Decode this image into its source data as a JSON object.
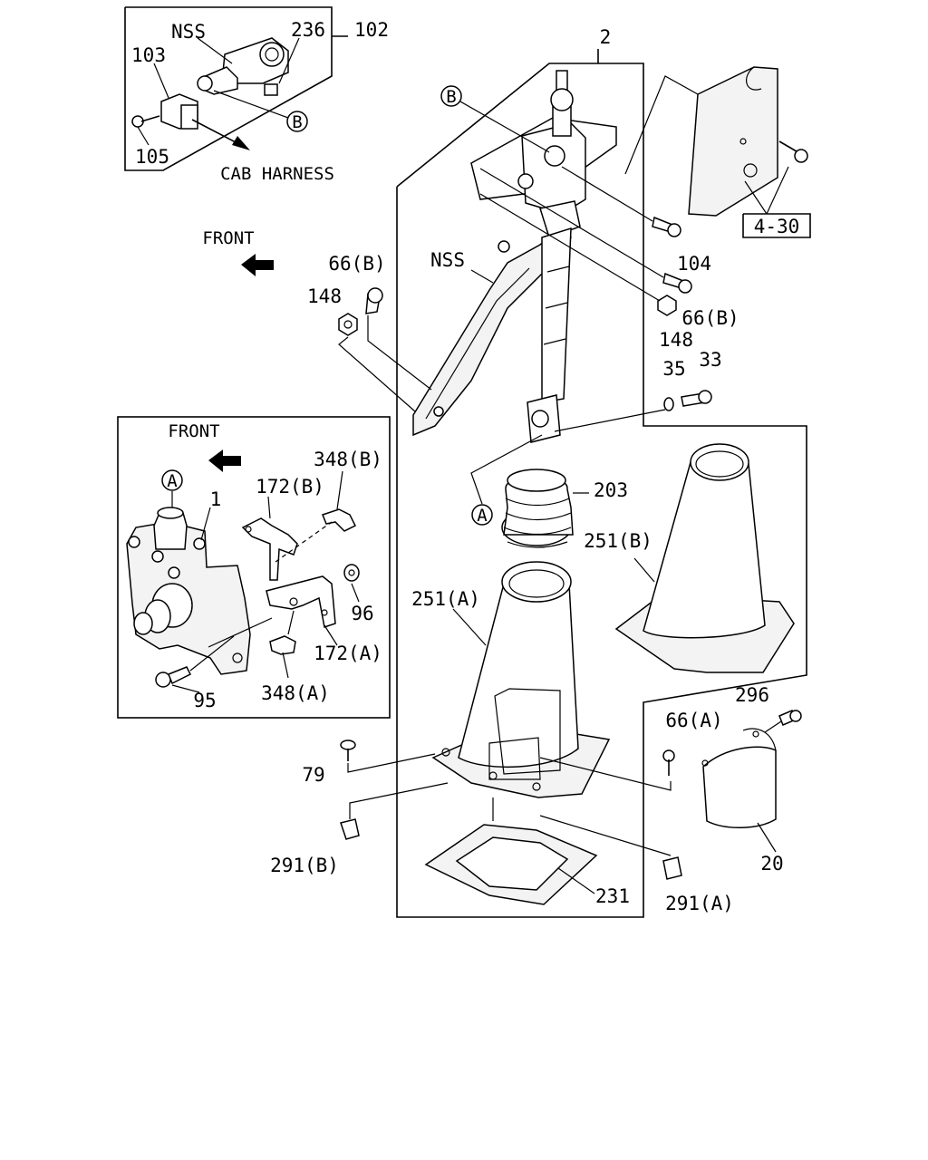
{
  "diagram": {
    "labels": {
      "nss_top": "NSS",
      "p236": "236",
      "p102": "102",
      "p103": "103",
      "b_inset": "B",
      "p105": "105",
      "cab_harness": "CAB HARNESS",
      "p2": "2",
      "b_main": "B",
      "ref_4_30": "4-30",
      "p104": "104",
      "front_main": "FRONT",
      "p66b_left": "66(B)",
      "nss_main": "NSS",
      "p148_left": "148",
      "p66b_right": "66(B)",
      "p148_right": "148",
      "p35": "35",
      "p33": "33",
      "front_inset": "FRONT",
      "a_inset": "A",
      "p348b": "348(B)",
      "p172b": "172(B)",
      "p1": "1",
      "p96": "96",
      "p172a": "172(A)",
      "p348a": "348(A)",
      "p95": "95",
      "p203": "203",
      "a_main": "A",
      "p251b": "251(B)",
      "p251a": "251(A)",
      "p296": "296",
      "p66a": "66(A)",
      "p79": "79",
      "p20": "20",
      "p291b": "291(B)",
      "p231": "231",
      "p291a": "291(A)"
    }
  }
}
